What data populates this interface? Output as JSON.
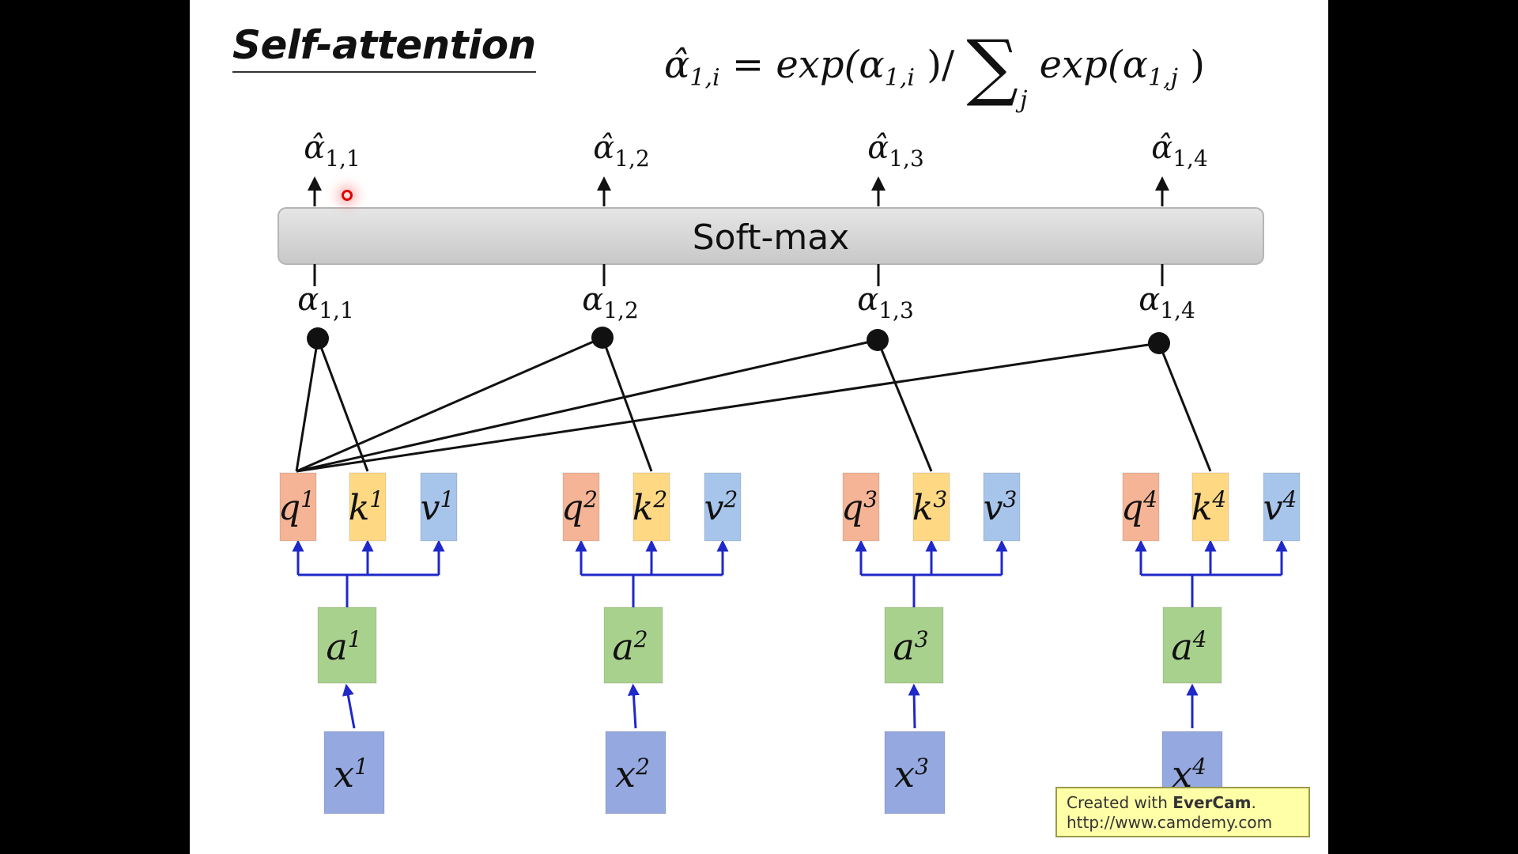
{
  "title": "Self-attention",
  "formula": {
    "lhs_symbol": "α̂",
    "lhs_sub": "1,i",
    "equals": "=",
    "exp1": "exp(",
    "alpha1": "α",
    "alpha1_sub": "1,i",
    "close1": " )/",
    "sum": "∑",
    "sum_sub": "j",
    "exp2": "exp(",
    "alpha2": "α",
    "alpha2_sub": "1,j",
    "close2": " )"
  },
  "softmax_label": "Soft-max",
  "alpha_hat_symbol": "α̂",
  "alpha_symbol": "α",
  "outputs": [
    {
      "sub": "1,1"
    },
    {
      "sub": "1,2"
    },
    {
      "sub": "1,3"
    },
    {
      "sub": "1,4"
    }
  ],
  "scores": [
    {
      "sub": "1,1"
    },
    {
      "sub": "1,2"
    },
    {
      "sub": "1,3"
    },
    {
      "sub": "1,4"
    }
  ],
  "columns": [
    {
      "q": "q",
      "k": "k",
      "v": "v",
      "a": "a",
      "x": "x",
      "sup": "1"
    },
    {
      "q": "q",
      "k": "k",
      "v": "v",
      "a": "a",
      "x": "x",
      "sup": "2"
    },
    {
      "q": "q",
      "k": "k",
      "v": "v",
      "a": "a",
      "x": "x",
      "sup": "3"
    },
    {
      "q": "q",
      "k": "k",
      "v": "v",
      "a": "a",
      "x": "x",
      "sup": "4"
    }
  ],
  "colors": {
    "q": "#f4b495",
    "k": "#ffd884",
    "v": "#a7c4ea",
    "a": "#a9d18e",
    "x": "#95a9e0",
    "arrow_blue": "#1f28c8",
    "softmax_bar": "#d9d9d9"
  },
  "watermark": {
    "prefix": "Created with ",
    "brand": "EverCam",
    "suffix": ".",
    "url": "http://www.camdemy.com"
  }
}
